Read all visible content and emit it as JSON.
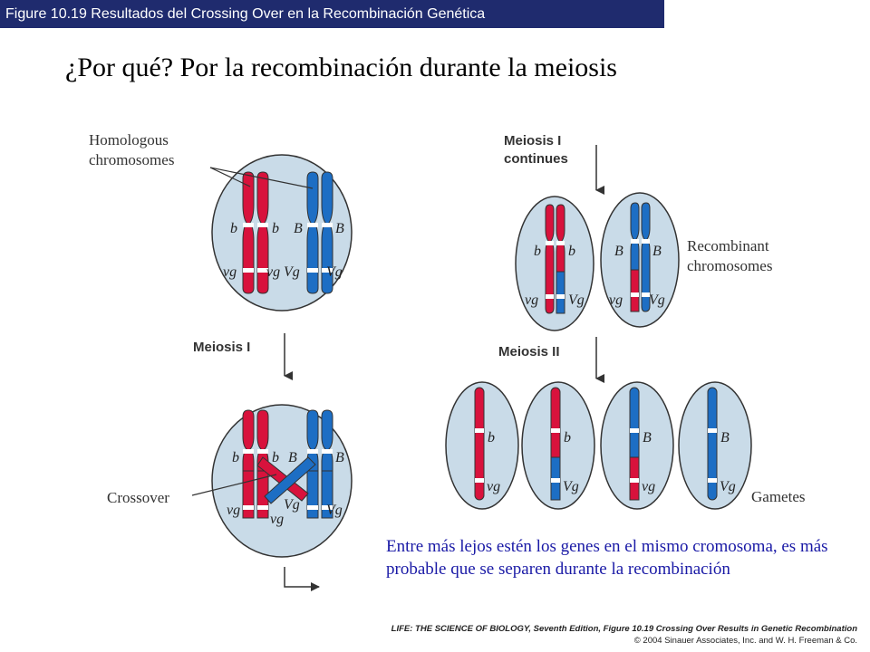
{
  "header": {
    "figure_title": "Figure 10.19  Resultados del Crossing Over en la Recombinación Genética"
  },
  "slide": {
    "heading": "¿Por qué? Por la recombinación durante la meiosis",
    "note": "Entre más lejos estén los genes en el mismo cromosoma, es más probable que se separen durante la recombinación"
  },
  "diagram": {
    "labels": {
      "homologous_line1": "Homologous",
      "homologous_line2": "chromosomes",
      "meiosis_1": "Meiosis I",
      "meiosis_1_cont_line1": "Meiosis I",
      "meiosis_1_cont_line2": "continues",
      "recombinant_line1": "Recombinant",
      "recombinant_line2": "chromosomes",
      "meiosis_2": "Meiosis II",
      "crossover": "Crossover",
      "gametes": "Gametes"
    },
    "genes": {
      "b": "b",
      "B": "B",
      "vg": "vg",
      "Vg": "Vg"
    },
    "colors": {
      "cell_fill": "#c9dbe8",
      "red": "#d8123c",
      "blue": "#1d6ec4",
      "band": "#ffffff"
    }
  },
  "footer": {
    "credit_line1": "LIFE: THE SCIENCE OF BIOLOGY, Seventh Edition, Figure 10.19 Crossing Over Results in Genetic Recombination",
    "credit_line2": "© 2004 Sinauer Associates, Inc. and W. H. Freeman & Co."
  }
}
